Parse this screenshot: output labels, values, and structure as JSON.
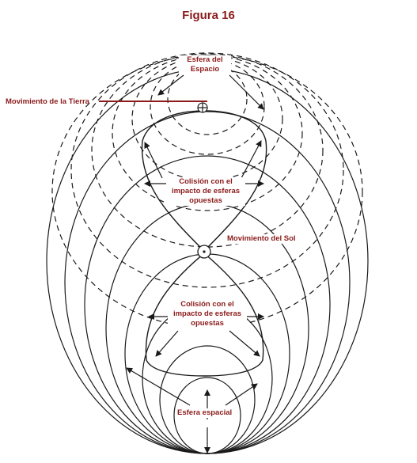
{
  "figure": {
    "title": "Figura 16",
    "labels": {
      "space_sphere_top": [
        "Esfera del",
        "Espacio"
      ],
      "earth_movement": "Movimiento de la Tierra",
      "collision_upper": [
        "Colisión con el",
        "impacto de esferas",
        "opuestas"
      ],
      "sun_movement": "Movimiento del Sol",
      "collision_lower": [
        "Colisión con el",
        "impacto de esferas",
        "opuestas"
      ],
      "space_sphere_bottom": "Esfera espacial"
    },
    "colors": {
      "label": "#8b1a1a",
      "line": "#1a1a1a",
      "earth_line": "#8b1a1a"
    }
  }
}
